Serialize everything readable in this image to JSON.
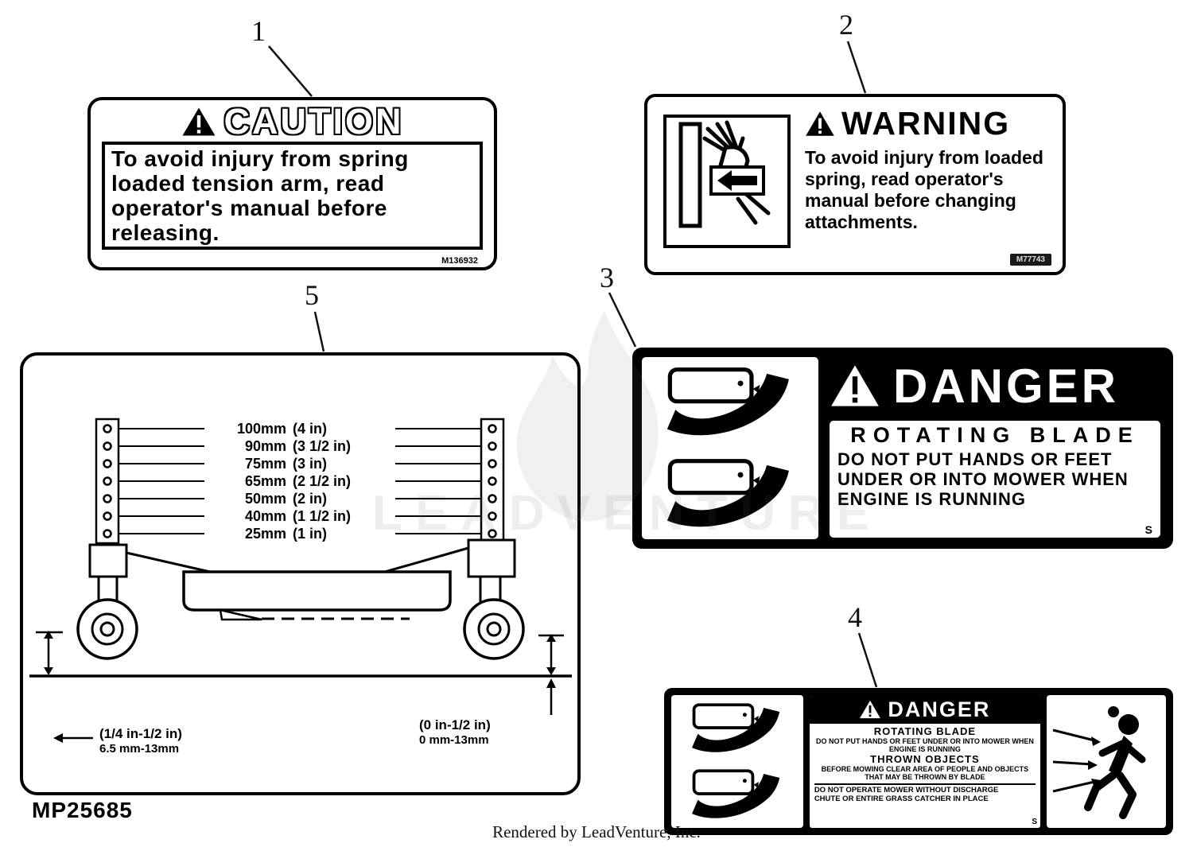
{
  "page": {
    "product_code": "MP25685",
    "footer_credit": "Rendered by LeadVenture, Inc.",
    "watermark": "LEADVENTURE"
  },
  "colors": {
    "ink": "#000000",
    "paper": "#ffffff"
  },
  "callouts": [
    "1",
    "2",
    "3",
    "4",
    "5"
  ],
  "label1": {
    "header": "CAUTION",
    "lines": [
      "To avoid injury from spring",
      "loaded tension arm, read",
      "operator's manual before",
      "releasing."
    ],
    "part_no": "M136932"
  },
  "label2": {
    "header": "WARNING",
    "lines": [
      "To avoid injury from loaded",
      "spring, read operator's",
      "manual before changing",
      "attachments."
    ],
    "part_no": "M77743"
  },
  "label3": {
    "header": "DANGER",
    "subtitle": "ROTATING BLADE",
    "body_lines": [
      "DO NOT PUT HANDS OR FEET",
      "UNDER OR INTO MOWER WHEN",
      "ENGINE IS RUNNING"
    ],
    "suffix": "S"
  },
  "label4": {
    "header": "DANGER",
    "sections": [
      {
        "title": "ROTATING BLADE",
        "body": "DO NOT PUT HANDS OR FEET UNDER OR INTO MOWER WHEN ENGINE IS RUNNING"
      },
      {
        "title": "THROWN OBJECTS",
        "body": "BEFORE MOWING CLEAR AREA OF PEOPLE AND OBJECTS THAT MAY BE THROWN BY BLADE"
      },
      {
        "title": "",
        "body": "DO NOT OPERATE MOWER WITHOUT DISCHARGE CHUTE OR ENTIRE GRASS CATCHER IN PLACE"
      }
    ],
    "suffix": "S"
  },
  "diagram5": {
    "heights": [
      {
        "mm": "100mm",
        "in": "(4 in)"
      },
      {
        "mm": "90mm",
        "in": "(3 1/2 in)"
      },
      {
        "mm": "75mm",
        "in": "(3 in)"
      },
      {
        "mm": "65mm",
        "in": "(2 1/2 in)"
      },
      {
        "mm": "50mm",
        "in": "(2 in)"
      },
      {
        "mm": "40mm",
        "in": "(1 1/2 in)"
      },
      {
        "mm": "25mm",
        "in": "(1 in)"
      }
    ],
    "front_note_line1": "(1/4 in-1/2 in)",
    "front_note_line2": "6.5 mm-13mm",
    "rear_note_line1": "(0 in-1/2 in)",
    "rear_note_line2": "0 mm-13mm"
  }
}
